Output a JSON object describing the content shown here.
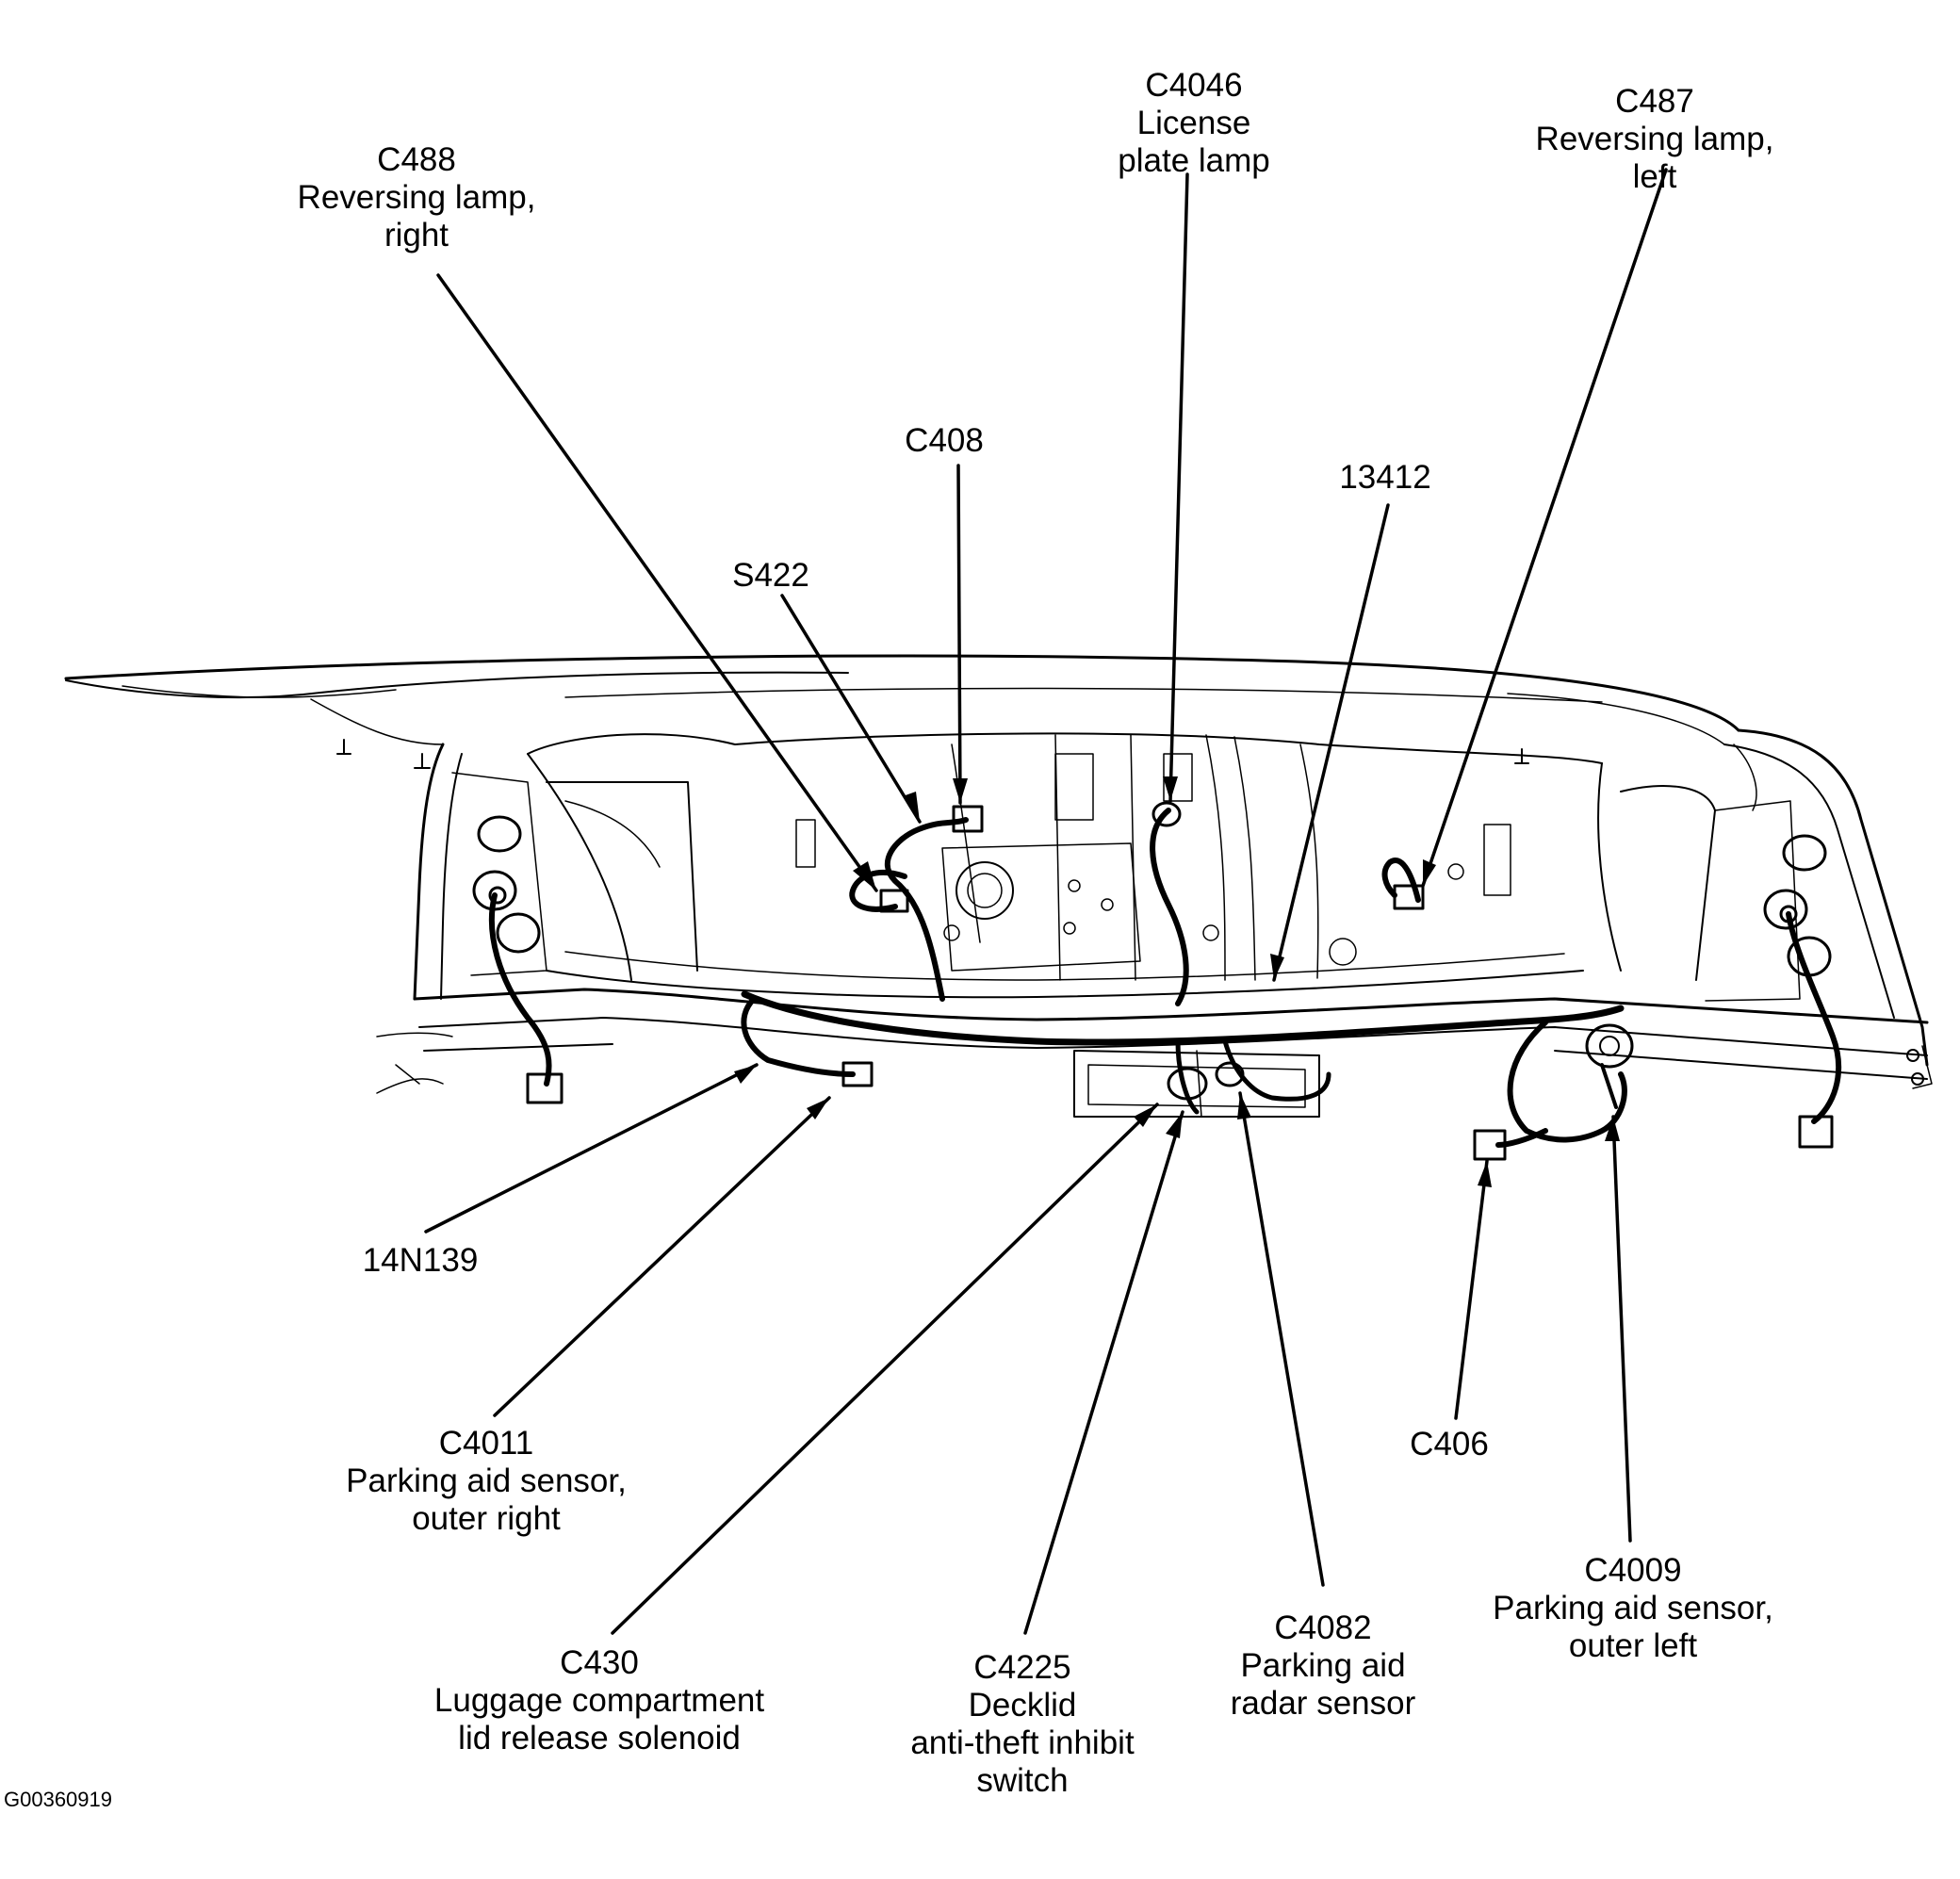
{
  "figure_id": "G00360919",
  "callouts": [
    {
      "id": "c488",
      "lines": [
        "C488",
        "Reversing lamp,",
        "right"
      ]
    },
    {
      "id": "c4046",
      "lines": [
        "C4046",
        "License",
        "plate lamp"
      ]
    },
    {
      "id": "c487",
      "lines": [
        "C487",
        "Reversing lamp,",
        "left"
      ]
    },
    {
      "id": "c408",
      "lines": [
        "C408"
      ]
    },
    {
      "id": "13412",
      "lines": [
        "13412"
      ]
    },
    {
      "id": "s422",
      "lines": [
        "S422"
      ]
    },
    {
      "id": "14n139",
      "lines": [
        "14N139"
      ]
    },
    {
      "id": "c4011",
      "lines": [
        "C4011",
        "Parking aid sensor,",
        "outer right"
      ]
    },
    {
      "id": "c406",
      "lines": [
        "C406"
      ]
    },
    {
      "id": "c4009",
      "lines": [
        "C4009",
        "Parking aid sensor,",
        "outer left"
      ]
    },
    {
      "id": "c430",
      "lines": [
        "C430",
        "Luggage compartment",
        "lid release solenoid"
      ]
    },
    {
      "id": "c4225",
      "lines": [
        "C4225",
        "Decklid",
        "anti-theft inhibit",
        "switch"
      ]
    },
    {
      "id": "c4082",
      "lines": [
        "C4082",
        "Parking aid",
        "radar sensor"
      ]
    }
  ]
}
